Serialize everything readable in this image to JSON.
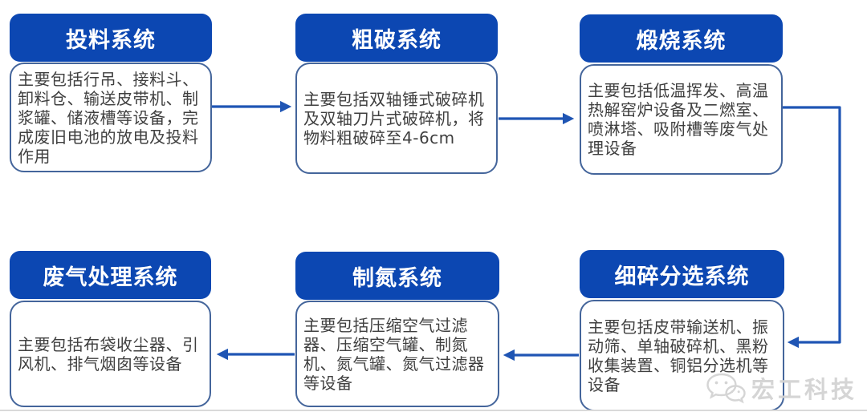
{
  "colors": {
    "title_bg": "#0c47b2",
    "title_text": "#ffffff",
    "body_border": "#44659b",
    "body_text": "#3f3f3f",
    "arrow": "#1f55b4",
    "watermark": "#d3d3d3",
    "divider": "#d9d9d9"
  },
  "flowchart": {
    "nodes": [
      {
        "id": "feeding",
        "title": "投料系统",
        "description": "主要包括行吊、接料斗、卸料仓、输送皮带机、制浆罐、储液槽等设备，完成废旧电池的放电及投料作用"
      },
      {
        "id": "coarse-crushing",
        "title": "粗破系统",
        "description": "主要包括双轴锤式破碎机及双轴刀片式破碎机，将物料粗破碎至4-6cm"
      },
      {
        "id": "calcination",
        "title": "煅烧系统",
        "description": "主要包括低温挥发、高温热解窑炉设备及二燃室、喷淋塔、吸附槽等废气处理设备"
      },
      {
        "id": "fine-crushing-sorting",
        "title": "细碎分选系统",
        "description": "主要包括皮带输送机、振动筛、单轴破碎机、黑粉收集装置、铜铝分选机等设备"
      },
      {
        "id": "nitrogen-generation",
        "title": "制氮系统",
        "description": "主要包括压缩空气过滤器、压缩空气罐、制氮机、氮气罐、氮气过滤器等设备"
      },
      {
        "id": "waste-gas-treatment",
        "title": "废气处理系统",
        "description": "主要包括布袋收尘器、引风机、排气烟囱等设备"
      }
    ],
    "connections": [
      {
        "from": "投料系统",
        "to": "粗破系统"
      },
      {
        "from": "粗破系统",
        "to": "煅烧系统"
      },
      {
        "from": "煅烧系统",
        "to": "细碎分选系统"
      },
      {
        "from": "细碎分选系统",
        "to": "制氮系统"
      },
      {
        "from": "制氮系统",
        "to": "废气处理系统"
      }
    ]
  },
  "watermark": {
    "text": "宏工科技",
    "icon": "wechat-logo-icon"
  }
}
